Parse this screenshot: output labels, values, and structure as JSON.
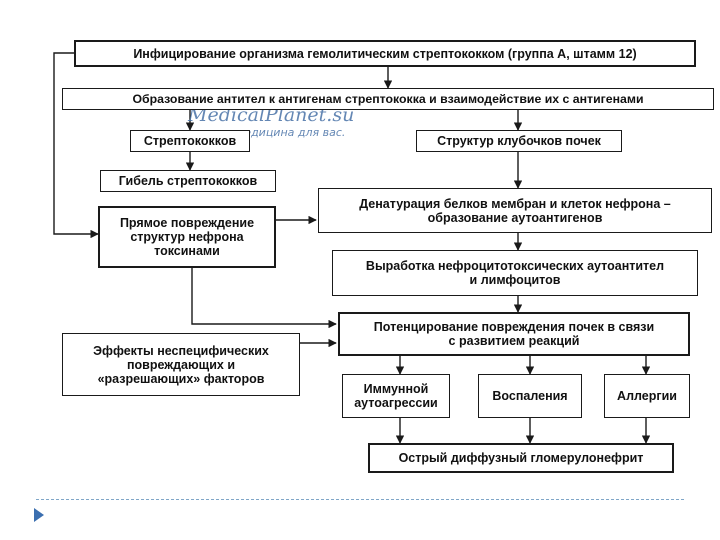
{
  "watermark": {
    "site": "MedicalPlanet.su",
    "tagline": "медицина для вас."
  },
  "nodes": {
    "infection": "Инфицирование организма гемолитическим стрептококком (группа А, штамм 12)",
    "antibodies": "Образование антител к антигенам стрептококка и взаимодействие их с антигенами",
    "strep": "Стрептококков",
    "glomeruli": "Структур клубочков почек",
    "death": "Гибель стрептококков",
    "denaturation": "Денатурация белков мембран и клеток нефрона –\nобразование аутоантигенов",
    "direct_damage": "Прямое повреждение\nструктур нефрона\nтоксинами",
    "autoantibodies": "Выработка нефроцитотоксических аутоантител\nи лимфоцитов",
    "nonspecific": "Эффекты неспецифических\nповреждающих и\n«разрешающих» факторов",
    "potentiation": "Потенцирование повреждения почек в связи\nс развитием реакций",
    "immune": "Иммунной\nаутоагрессии",
    "inflammation": "Воспаления",
    "allergy": "Аллергии",
    "result": "Острый диффузный гломерулонефрит"
  },
  "colors": {
    "line": "#1a1a1a",
    "watermark": "#4a73a8",
    "separator": "#7fa6c8",
    "bullet": "#3b6fb0"
  }
}
